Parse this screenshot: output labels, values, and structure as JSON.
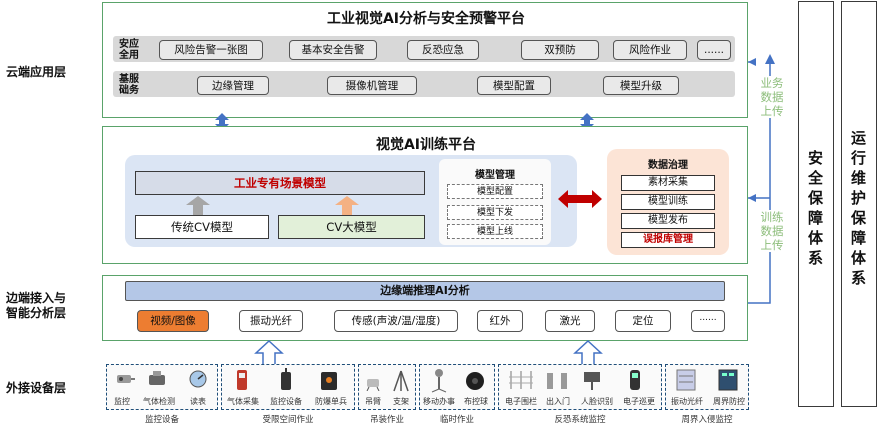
{
  "layers": {
    "cloud": "云端应用层",
    "edge_line1": "边端接入与",
    "edge_line2": "智能分析层",
    "device": "外接设备层"
  },
  "cloud_platform": {
    "title": "工业视觉AI分析与安全预警平台",
    "app_row_label_1": "安应",
    "app_row_label_2": "全用",
    "apps": [
      "风险告警一张图",
      "基本安全告警",
      "反恐应急",
      "双预防",
      "风险作业",
      "......"
    ],
    "svc_row_label_1": "基服",
    "svc_row_label_2": "础务",
    "services": [
      "边缘管理",
      "摄像机管理",
      "模型配置",
      "模型升级"
    ]
  },
  "training_platform": {
    "title": "视觉AI训练平台",
    "scene_model": "工业专有场景模型",
    "base_models": [
      "传统CV模型",
      "CV大模型"
    ],
    "model_mgmt_title": "模型管理",
    "model_mgmt_items": [
      "模型配置",
      "模型下发",
      "模型上线"
    ],
    "data_gov_title": "数据治理",
    "data_gov_items": [
      "素材采集",
      "模型训练",
      "模型发布",
      "误报库管理"
    ]
  },
  "edge_platform": {
    "title": "边缘端推理AI分析",
    "inputs": [
      "视频/图像",
      "振动光纤",
      "传感(声波/温/湿度)",
      "红外",
      "激光",
      "定位",
      "......"
    ]
  },
  "side_flows": {
    "upload_business": [
      "业务",
      "数据",
      "上传"
    ],
    "upload_training": [
      "训练",
      "数据",
      "上传"
    ]
  },
  "guarantee": {
    "security": [
      "安",
      "全",
      "保",
      "障",
      "体",
      "系"
    ],
    "operation": [
      "运",
      "行",
      "维",
      "护",
      "保",
      "障",
      "体",
      "系"
    ]
  },
  "devices": {
    "groups": [
      {
        "caption": "监控设备",
        "items": [
          "监控",
          "气体检测",
          "读表"
        ]
      },
      {
        "caption": "受限空间作业",
        "items": [
          "气体采集",
          "监控设备",
          "防爆单兵"
        ]
      },
      {
        "caption": "吊装作业",
        "items": [
          "吊臂",
          "支架"
        ]
      },
      {
        "caption": "临时作业",
        "items": [
          "移动办事",
          "布控球"
        ]
      },
      {
        "caption": "反恐系统监控",
        "items": [
          "电子围栏",
          "出入门",
          "人脸识别",
          "电子巡更"
        ]
      },
      {
        "caption": "周界入侵监控",
        "items": [
          "振动光纤",
          "周界防控"
        ]
      }
    ]
  },
  "colors": {
    "panel_border": "#5aa36a",
    "accent_red": "#c00000",
    "blue_arrow": "#4472c4",
    "highlight_orange": "#ed7d31",
    "side_text": "#8cbd7a"
  }
}
